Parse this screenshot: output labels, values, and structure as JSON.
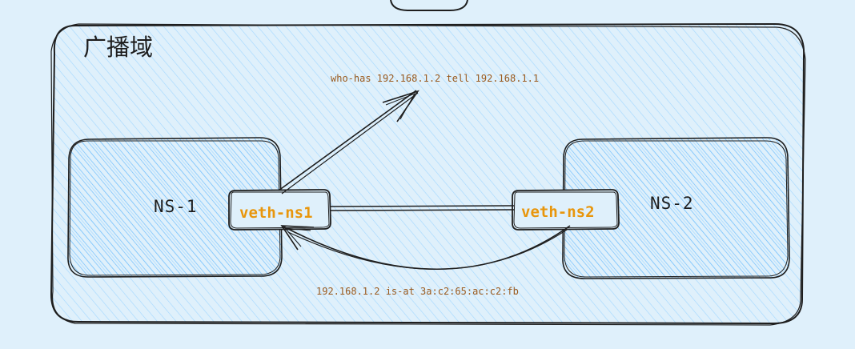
{
  "broadcast_domain": {
    "title": "广播域"
  },
  "namespaces": [
    {
      "label": "NS-1"
    },
    {
      "label": "NS-2"
    }
  ],
  "veth_pairs": [
    {
      "label": "veth-ns1"
    },
    {
      "label": "veth-ns2"
    }
  ],
  "messages": {
    "arp_request": "who-has 192.168.1.2 tell 192.168.1.1",
    "arp_reply": "192.168.1.2 is-at 3a:c2:65:ac:c2:fb"
  },
  "colors": {
    "background": "#dff0fb",
    "stroke": "#1e1e1e",
    "broadcast_hatch": "#a5d8ff",
    "namespace_hatch": "#74c0fc",
    "veth_text": "#e8960c",
    "message_text": "#9a5a1e"
  }
}
